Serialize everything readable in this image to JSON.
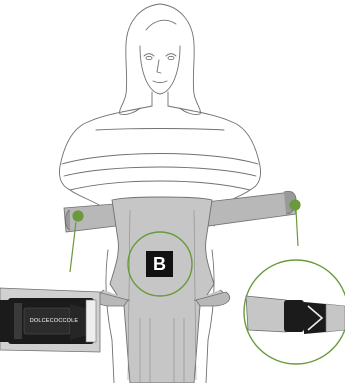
{
  "marker_label": "B",
  "buckle_brand": "DOLCECOCCOLE",
  "colors": {
    "accent_green": "#6a9a3c",
    "outline": "#707070",
    "strap_gray": "#b8b8b8",
    "panel_gray": "#c6c6c6",
    "buckle_black": "#1b1b1b"
  },
  "icons": [
    "person-illustration",
    "carrier-panel",
    "waist-belt",
    "buckle-closeup-left",
    "buckle-closeup-right"
  ]
}
